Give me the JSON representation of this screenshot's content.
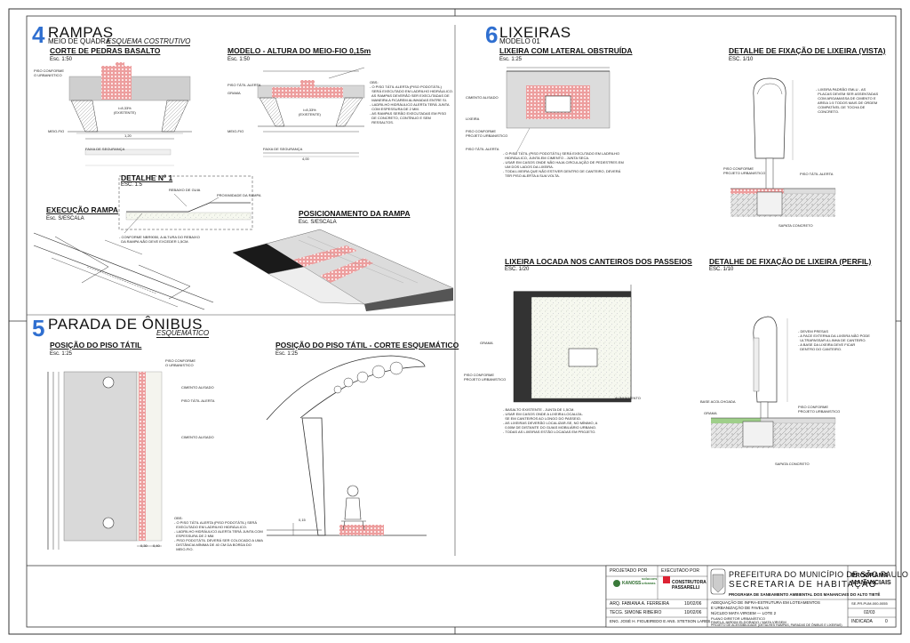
{
  "sections": {
    "rampas": {
      "number": "4",
      "title": "RAMPAS",
      "subtitle": "MEIO DE QUADRA",
      "italic": "ESQUEMA COSTRUTIVO"
    },
    "parada": {
      "number": "5",
      "title": "PARADA DE ÔNIBUS",
      "italic": "ESQUEMÁTICO"
    },
    "lixeiras": {
      "number": "6",
      "title": "LIXEIRAS",
      "subtitle": "MODELO 01"
    }
  },
  "details": {
    "corte": {
      "title": "CORTE DE PEDRAS BASALTO",
      "scale": "Esc. 1:50"
    },
    "modelo": {
      "title": "MODELO - ALTURA DO MEIO-FIO 0,15m",
      "scale": "Esc. 1:50"
    },
    "detalhe1": {
      "title": "DETALHE Nº 1",
      "scale": "ESC. 1:5"
    },
    "execucao": {
      "title": "EXECUÇÃO RAMPA",
      "scale": "Esc. S/ESCALA"
    },
    "posicionamento": {
      "title": "POSICIONAMENTO DA RAMPA",
      "scale": "Esc. S/ESCALA"
    },
    "posicao_piso": {
      "title": "POSIÇÃO DO PISO TÁTIL",
      "scale": "Esc. 1:25"
    },
    "posicao_corte": {
      "title": "POSIÇÃO DO PISO TÁTIL - CORTE ESQUEMÁTICO",
      "scale": "Esc. 1:25"
    },
    "lixeira_lateral": {
      "title": "LIXEIRA COM LATERAL OBSTRUÍDA",
      "scale": "Esc. 1:25"
    },
    "fixacao_vista": {
      "title": "DETALHE DE FIXAÇÃO DE LIXEIRA (VISTA)",
      "scale": "ESC. 1/10"
    },
    "lixeira_canteiro": {
      "title": "LIXEIRA LOCADA NOS CANTEIROS DOS PASSEIOS",
      "scale": "ESC. 1/20"
    },
    "fixacao_perfil": {
      "title": "DETALHE DE FIXAÇÃO DE LIXEIRA (PERFIL)",
      "scale": "ESC. 1/10"
    }
  },
  "labels": {
    "piso_conforme": "PISO CONFORME\nO URBANISTICO",
    "meio_fio": "MEIO-FIO",
    "faixa_seguranca": "FAIXA DE SEGURANÇA",
    "piso_tatil_alerta": "PISO TÁTIL ALERTA",
    "grama": "GRAMA",
    "cimento_alisado": "CIMENTO ALISADO",
    "lixeira": "LIXEIRA",
    "sapata": "SAPATA CONCRETO",
    "alinhamento": "ALINHAMENTO",
    "base_acolchoada": "BASE ACOLCHOADA",
    "projeto_urbanistico": "PISO CONFORME\nPROJETO URBANISTICO",
    "i_variavel": "i=8,33%\n(EXISTENTE)",
    "dim_120": "1,20",
    "dim_150": "1,50",
    "dim_400": "4,00",
    "dim_030": "0,30",
    "dim_040": "0,40",
    "dim_015": "0,15"
  },
  "notes": {
    "modelo": "OBS:\n- O PISO TÁTIL ALERTA (PISO PODOTÁTIL)\n  SERÁ EXECUTADO EM LADRILHO HIDRÁULICO.\n  AS RAMPAS DEVERÃO SER EXECUTADAS DE\n  MANEIRA A FICAREM ALINHADAS ENTRE SI.\n- LADRILHO HIDRÁULICO ALERTA TERÁ JUNTA\n  COM ESPESSURA DE 2 MM.\n- AS RAMPAS SERÃO EXECUTADAS EM PISO\n  DE CONCRETO, CONTÍNUO E SEM\n  RESSALTOS.",
    "lixeira_lateral": "- O PISO TÁTIL (PISO PODOTÁTIL) SERÁ EXECUTADO EM LADRILHO\n  HIDRÁULICO, JUNTA EM CIMENTO - JUNTA SECA.\n- USAR EM CASOS ONDE NÃO HAJA CIRCULAÇÃO DE PEDESTRES EM\n  UM DOS LADOS DA LIXEIRA.\n- TODA LIXEIRA QUE NÃO ESTIVER DENTRO DE CANTEIRO, DEVERÁ\n  TER PISO ALERTA A SUA VOLTA.",
    "canteiro": "- BASALTO EXISTENTE - JUNTA DE 1,5CM.\n- USAR EM CASOS ONDE A LIXEIRA LOCALIZA-\n  SE EM CANTEIROS AO LONGO DO PASSEIO.\n- AS LIXEIRAS DEVERÃO LOCALIZAR-SE, NO MÍNIMO, A\n  0,50M DE DISTANTE DO GUIAS MOBILIÁRIO URBANO.\n- TODAS AS LIXEIRAS ESTÃO LOCADAS EM PROJETO.",
    "parada": "OBS:\n- O PISO TÁTIL ALERTA (PISO PODOTÁTIL) SERÁ\n  EXECUTADO EM LADRILHO HIDRÁULICO.\n- LADRILHO HIDRÁULICO ALERTA TERÁ JUNTA COM\n  ESPESSURA DE 2 MM.\n- PISO PODOTÁTIL DEVERÁ SER COLOCADO A UMA\n  DISTÂNCIA MÍNIMA DE 40 CM DA BORDA DO\n  MEIO-FIO.",
    "vista": "- LIXEIRA PADRÃO EMLU - AS\n  PLACAS DEVEM SER ASSENTADAS\n  COM ARGAMASSA DE CIMENTO E\n  AREIA 1:5 TODOS MAIS DE ORDEM\n  COMPATÍVEL DE TOCHA DE\n  CONCRETO.",
    "perfil": "- DEVEM PRESAS\n- A FACE EXTERNA DA LIXEIRA NÃO PODE\n  ULTRAPASSAR A LINHA DE CANTEIRO.\n- A BASE DA LIXEIRA DEVE FICAR\n  DENTRO DO CANTEIRO.",
    "detalhe1": "- CONFORME NBR9050, A ALTURA DO REBAIXO\n  DA RAMPA NÃO DEVE EXCEDER 1,5CM.",
    "rampa_rebaixo": "REBAIXO DE GUIA",
    "rampa_proximo": "PROXIMIDADE DA RAMPA"
  },
  "title_block": {
    "projetado_por": "PROJETADO POR",
    "executado_por": "EXECUTADO POR",
    "firm_left": "KANOSS",
    "firm_mid": "solucoes\nurbanas",
    "firm_right": "CONSTRUTORA\nPASSARELLI",
    "arq": "ARQ. FABIANA A. FERREIRA",
    "arq_date": "10/02/06",
    "tecg": "TECG. SIMONE RIBEIRO",
    "tecg_date": "10/02/06",
    "eng": "ENG. JOSÉ H. FIGUEIREDO E ANS. STETSON LARES",
    "prefeitura1": "PREFEITURA DO MUNICÍPIO DE SÃO PAULO",
    "prefeitura2": "SECRETARIA DE HABITAÇÃO",
    "programa_text": "PROGRAMA DE SANEAMENTO AMBIENTAL DOS MANANCIAIS DO ALTO TIETÊ",
    "programa_badge": "PROGRAMA\nMANANCIAIS",
    "obra1": "ADEQUAÇÃO DE INFRA-ESTRUTURA EM LOTEAMENTOS",
    "obra2": "E URBANIZAÇÃO DE FAVELAS",
    "obra3": "NÚCLEO MATA VIRGEM — LOTE 2",
    "plano": "PLANO DIRETOR URBANÍSTICO",
    "favela": "FAVELA JARDIM ELDORADO / MATA VIRGEM",
    "projeto": "PROJETO DE ACESSIBILIDADE (DETALHES RAMPAS, PARADAS DE ÔNIBUS E LIXEIRAS)",
    "codigo": "SE-PR-PUM-000-0055",
    "folha": "02/03",
    "rev": "0",
    "escala": "INDICADA"
  }
}
